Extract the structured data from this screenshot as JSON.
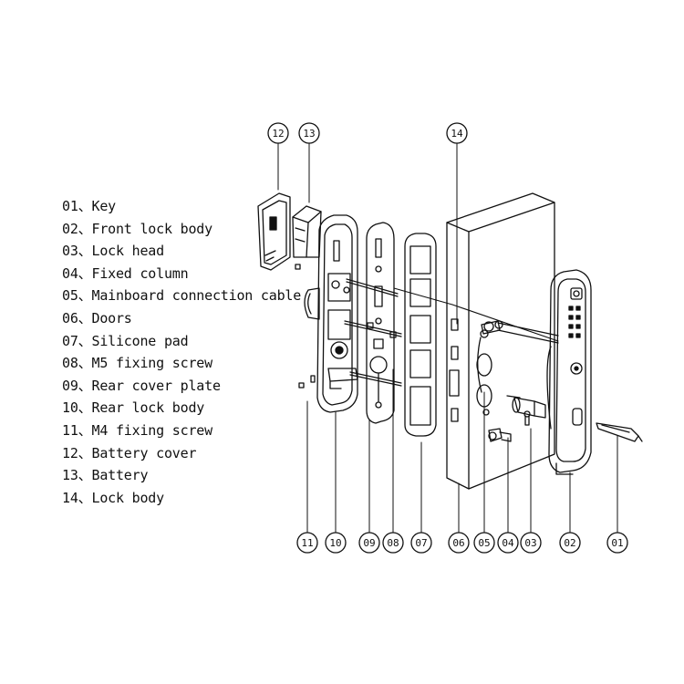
{
  "legend": [
    {
      "num": "01",
      "sep": "、",
      "name": "Key"
    },
    {
      "num": "02",
      "sep": "、",
      "name": "Front lock body"
    },
    {
      "num": "03",
      "sep": "、",
      "name": "Lock head"
    },
    {
      "num": "04",
      "sep": "、",
      "name": "Fixed column"
    },
    {
      "num": "05",
      "sep": "、",
      "name": "Mainboard connection cable"
    },
    {
      "num": "06",
      "sep": "、",
      "name": "Doors"
    },
    {
      "num": "07",
      "sep": "、",
      "name": "Silicone pad"
    },
    {
      "num": "08",
      "sep": "、",
      "name": "M5 fixing screw"
    },
    {
      "num": "09",
      "sep": "、",
      "name": "Rear cover plate"
    },
    {
      "num": "10",
      "sep": "、",
      "name": "Rear lock body"
    },
    {
      "num": "11",
      "sep": "、",
      "name": "M4 fixing screw"
    },
    {
      "num": "12",
      "sep": "、",
      "name": "Battery cover"
    },
    {
      "num": "13",
      "sep": "、",
      "name": "Battery"
    },
    {
      "num": "14",
      "sep": "、",
      "name": "Lock body"
    }
  ],
  "callouts": {
    "c12": "12",
    "c13": "13",
    "c14": "14",
    "c11": "11",
    "c10": "10",
    "c09": "09",
    "c08": "08",
    "c07": "07",
    "c06": "06",
    "c05": "05",
    "c04": "04",
    "c03": "03",
    "c02": "02",
    "c01": "01"
  }
}
